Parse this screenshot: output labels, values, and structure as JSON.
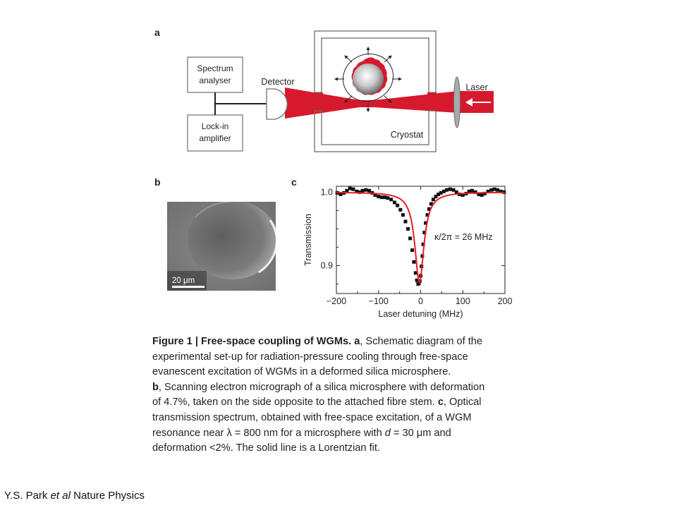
{
  "panels": {
    "a": "a",
    "b": "b",
    "c": "c"
  },
  "schematic": {
    "spectrum_analyser": [
      "Spectrum",
      "analyser"
    ],
    "lock_in": [
      "Lock-in",
      "amplifier"
    ],
    "detector": "Detector",
    "cryostat": "Cryostat",
    "laser": "Laser",
    "colors": {
      "beam": "#d7192d",
      "box": "#6d6e71"
    }
  },
  "sem": {
    "scale_bar": "20 μm"
  },
  "chart_data": {
    "type": "line",
    "xlabel": "Laser detuning (MHz)",
    "ylabel": "Transmission",
    "xlim": [
      -200,
      200
    ],
    "ylim": [
      0.862,
      1.008
    ],
    "x_ticks": [
      -200,
      -100,
      0,
      100,
      200
    ],
    "x_tick_labels": [
      "−200",
      "−100",
      "0",
      "100",
      "200"
    ],
    "y_ticks": [
      0.9,
      1.0
    ],
    "y_tick_labels": [
      "0.9",
      "1.0"
    ],
    "annotation": "κ/2π = 26 MHz",
    "grid": false,
    "fit": {
      "name": "Lorentzian fit",
      "center": -3,
      "fwhm": 26,
      "depth": 0.123,
      "baseline": 1.0,
      "color": "#e31e24"
    },
    "data_points": {
      "x": [
        -198,
        -190,
        -182,
        -175,
        -168,
        -160,
        -152,
        -145,
        -138,
        -130,
        -122,
        -115,
        -108,
        -100,
        -92,
        -85,
        -78,
        -70,
        -62,
        -55,
        -48,
        -42,
        -36,
        -30,
        -25,
        -20,
        -16,
        -12,
        -9,
        -6,
        -4,
        -2,
        0,
        2,
        4,
        6,
        9,
        12,
        16,
        20,
        25,
        30,
        36,
        42,
        48,
        55,
        62,
        70,
        78,
        85,
        92,
        100,
        108,
        115,
        122,
        130,
        138,
        145,
        152,
        160,
        168,
        175,
        182,
        190,
        198
      ],
      "y": [
        0.999,
        0.997,
        0.999,
        1.002,
        1.005,
        1.004,
        1.001,
        1.0,
        1.002,
        1.003,
        1.002,
        0.999,
        0.996,
        0.994,
        0.993,
        0.993,
        0.992,
        0.99,
        0.986,
        0.982,
        0.976,
        0.969,
        0.96,
        0.95,
        0.937,
        0.921,
        0.905,
        0.89,
        0.88,
        0.875,
        0.876,
        0.879,
        0.886,
        0.899,
        0.913,
        0.929,
        0.945,
        0.958,
        0.969,
        0.977,
        0.984,
        0.99,
        0.994,
        0.997,
        0.999,
        1.001,
        1.003,
        1.004,
        1.003,
        1.0,
        0.997,
        0.996,
        0.998,
        1.001,
        1.002,
        1.0,
        0.997,
        0.996,
        0.998,
        1.001,
        1.003,
        1.004,
        1.003,
        1.001,
        1.0
      ],
      "color": "#111111"
    }
  },
  "caption": {
    "fig_label": "Figure 1 | Free-space coupling of WGMs. a",
    "l1": ", Schematic diagram of the",
    "l2": "experimental set-up for radiation-pressure cooling through free-space",
    "l3": "evanescent excitation of WGMs in a deformed silica microsphere.",
    "b_label": "b",
    "l4": ", Scanning electron micrograph of a silica microsphere with deformation",
    "l5a": "of 4.7%, taken on the side opposite to the attached fibre stem. ",
    "c_label": "c",
    "l5b": ", Optical",
    "l6": "transmission spectrum, obtained with free-space excitation, of a WGM",
    "l7": "resonance near λ = 800 nm for a microsphere with ",
    "l7_d": "d",
    "l7b": " = 30 μm and",
    "l8": "deformation <2%. The solid line is a Lorentzian fit."
  },
  "credit": {
    "authors": "Y.S. Park ",
    "etal": "et al",
    "journal": " Nature Physics"
  }
}
